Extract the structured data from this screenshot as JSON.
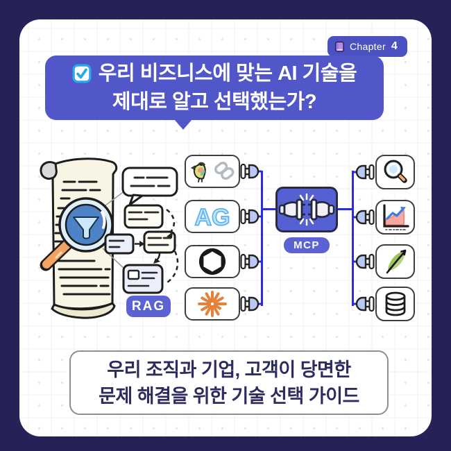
{
  "chapter_badge": {
    "label": "Chapter",
    "number": "4",
    "icon": "book-icon"
  },
  "title": {
    "line1": "우리 비즈니스에 맞는 AI 기술을",
    "line2": "제대로 알고 선택했는가?",
    "checkbox_icon": "checkbox-checked-icon"
  },
  "diagram": {
    "rag_label": "RAG",
    "mcp_label": "MCP",
    "mcp_icon": "plugs-connecting-icon",
    "rag_illustration": "document-scroll-magnifier-funnel-flow",
    "left_nodes": [
      {
        "name": "langchain",
        "icon": "parrot-chain-icon"
      },
      {
        "name": "autogen",
        "icon": "ag-letters-icon",
        "text": "AG"
      },
      {
        "name": "openai",
        "icon": "openai-logo-icon"
      },
      {
        "name": "anthropic",
        "icon": "orange-starburst-icon"
      }
    ],
    "right_nodes": [
      {
        "name": "search",
        "icon": "magnifier-icon"
      },
      {
        "name": "analytics",
        "icon": "trend-chart-icon"
      },
      {
        "name": "robinhood",
        "icon": "green-feather-icon"
      },
      {
        "name": "database",
        "icon": "database-cylinder-icon"
      }
    ]
  },
  "footer": {
    "line1": "우리 조직과 기업, 고객이 당면한",
    "line2": "문제 해결을 위한 기술 선택 가이드"
  },
  "colors": {
    "bg": "#262156",
    "banner": "#5157c8",
    "badge": "#4b51c0",
    "pill": "#5a62d4",
    "mcpbox": "#5560d2",
    "line": "#2b2ce2",
    "footertext": "#2d2c5e"
  }
}
